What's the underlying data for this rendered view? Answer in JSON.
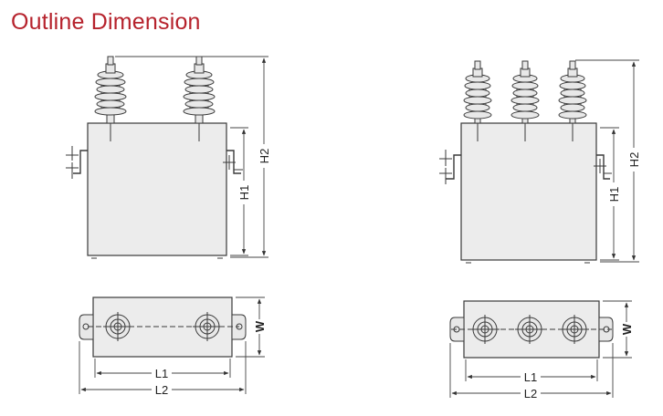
{
  "title": "Outline Dimension",
  "labels": {
    "h1": "H1",
    "h2": "H2",
    "l1": "L1",
    "l2": "L2",
    "w": "W"
  },
  "views": [
    {
      "name": "two-bushing",
      "bushings": 2
    },
    {
      "name": "three-bushing",
      "bushings": 3
    }
  ]
}
